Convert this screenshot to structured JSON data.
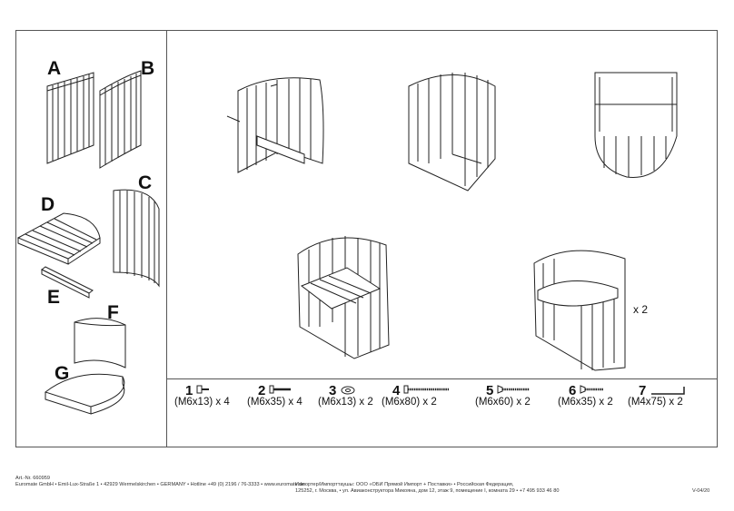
{
  "parts": {
    "A": "A",
    "B": "B",
    "C": "C",
    "D": "D",
    "E": "E",
    "F": "F",
    "G": "G"
  },
  "hardware": [
    {
      "num": "1",
      "spec": "(M6x13) x 4",
      "icon": "bolt-short-icon"
    },
    {
      "num": "2",
      "spec": "(M6x35) x 4",
      "icon": "bolt-icon"
    },
    {
      "num": "3",
      "spec": "(M6x13) x 2",
      "icon": "barrel-nut-icon"
    },
    {
      "num": "4",
      "spec": "(M6x80) x 2",
      "icon": "long-bolt-icon"
    },
    {
      "num": "5",
      "spec": "(M6x60) x 2",
      "icon": "screw-icon"
    },
    {
      "num": "6",
      "spec": "(M6x35) x 2",
      "icon": "screw-icon"
    },
    {
      "num": "7",
      "spec": "(M4x75) x 2",
      "icon": "allen-key-icon"
    }
  ],
  "multiplier": "x 2",
  "footer": {
    "art_no": "Art.-Nr. 660959",
    "company": "Euromate GmbH • Emil-Lux-Straße 1 • 42929 Wermelskirchen • GERMANY • Hotline +49 (0) 2196 / 76-3333 • www.euromate.de",
    "importer_line1": "Импортер/Импорттаушы: ООО «ОБИ Прямой Импорт + Поставки» • Российская Федерация,",
    "importer_line2": "125252, г. Москва, • ул. Авиаконструктора Микояна, дом 12, этаж 9, помещение I, комната 29 • +7 495 933 46 80",
    "version": "V-04/20"
  }
}
